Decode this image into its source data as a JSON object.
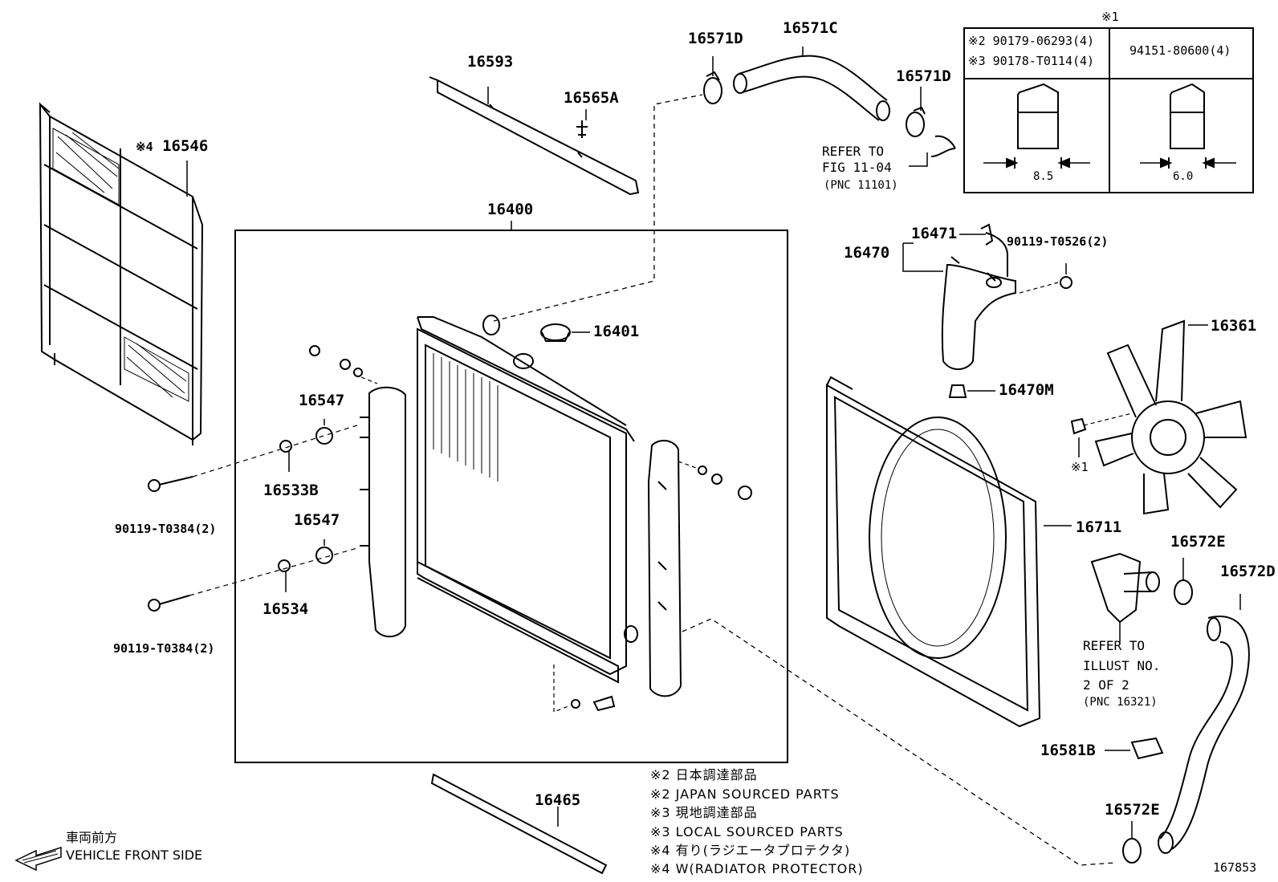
{
  "parts": {
    "p16546": "16546",
    "p16546_mark": "※4",
    "p16593": "16593",
    "p16565A": "16565A",
    "p16571D_a": "16571D",
    "p16571C": "16571C",
    "p16571D_b": "16571D",
    "p16400": "16400",
    "p16401": "16401",
    "p16547_a": "16547",
    "p16533B": "16533B",
    "p90119_T0384_a": "90119-T0384(2)",
    "p16547_b": "16547",
    "p16534": "16534",
    "p90119_T0384_b": "90119-T0384(2)",
    "p16470": "16470",
    "p16471": "16471",
    "p90119_T0526": "90119-T0526(2)",
    "p16470M": "16470M",
    "p16361": "16361",
    "p16361_mark": "※1",
    "p16711": "16711",
    "p16572E_a": "16572E",
    "p16572D": "16572D",
    "p16581B": "16581B",
    "p16572E_b": "16572E",
    "p16465": "16465"
  },
  "refs": {
    "fig_line1": "REFER TO",
    "fig_line2": "FIG 11-04",
    "fig_line3": "(PNC 11101)",
    "illust_line1": "REFER TO",
    "illust_line2": "ILLUST NO.",
    "illust_line3": "2 OF 2",
    "illust_line4": "(PNC 16321)"
  },
  "table": {
    "mark": "※1",
    "row1_a": "※2 90179-06293(4)",
    "row1_b": "※3 90178-T0114(4)",
    "col2": "94151-80600(4)",
    "dim1": "8.5",
    "dim2": "6.0"
  },
  "notes": [
    "※2 日本調達部品",
    "※2 JAPAN SOURCED PARTS",
    "※3 現地調達部品",
    "※3 LOCAL SOURCED PARTS",
    "※4 有り(ラジエータプロテクタ)",
    "※4 W(RADIATOR PROTECTOR)"
  ],
  "direction": {
    "jp": "車両前方",
    "en": "VEHICLE FRONT SIDE",
    "icon": "arrow-left-icon"
  },
  "illustration_id": "167853"
}
